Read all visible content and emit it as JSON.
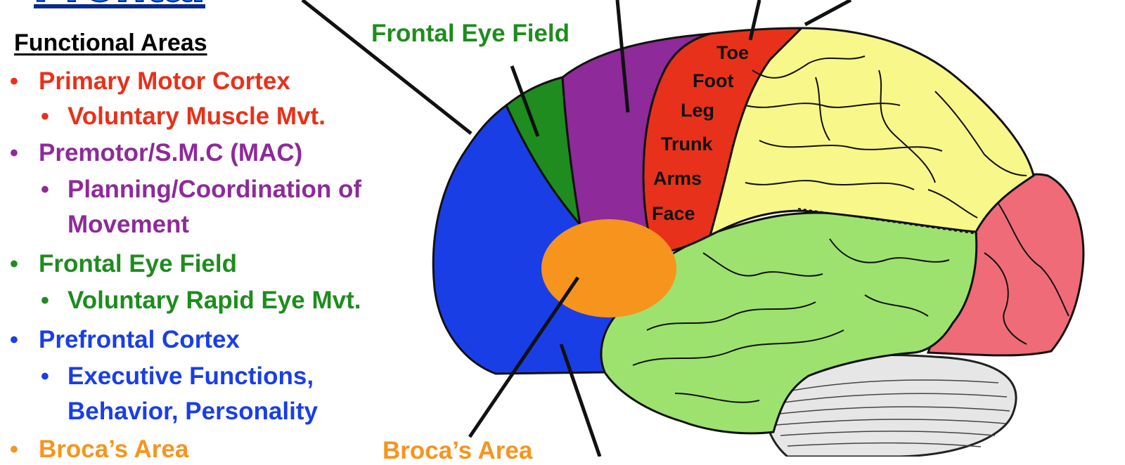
{
  "title": "Frontal",
  "areas_heading": "Functional Areas",
  "colors": {
    "motor": "#e8311a",
    "premotor": "#8e2a9a",
    "eye_field": "#1e8c1e",
    "prefrontal": "#1a3ee6",
    "broca": "#f7941d",
    "parietal": "#f8f78a",
    "temporal": "#9de26e",
    "occipital": "#ef6b78",
    "cerebellum": "#e8e8e8"
  },
  "legend": [
    {
      "level": 1,
      "color": "motor",
      "text": "Primary Motor Cortex"
    },
    {
      "level": 2,
      "color": "motor",
      "text": "Voluntary Muscle Mvt."
    },
    {
      "level": 1,
      "color": "premotor",
      "text": "Premotor/S.M.C (MAC)"
    },
    {
      "level": 2,
      "color": "premotor",
      "text": "Planning/Coordination of"
    },
    {
      "level": 3,
      "color": "premotor",
      "text": "Movement"
    },
    {
      "level": 1,
      "color": "eye_field",
      "text": "Frontal Eye Field"
    },
    {
      "level": 2,
      "color": "eye_field",
      "text": "Voluntary Rapid Eye Mvt."
    },
    {
      "level": 1,
      "color": "prefrontal",
      "text": "Prefrontal Cortex"
    },
    {
      "level": 2,
      "color": "prefrontal",
      "text": "Executive Functions,"
    },
    {
      "level": 3,
      "color": "prefrontal",
      "text": "Behavior, Personality"
    },
    {
      "level": 1,
      "color": "broca",
      "text": "Broca’s Area"
    }
  ],
  "diagram_labels": {
    "frontal_eye_field": "Frontal Eye Field",
    "broca_area": "Broca’s Area"
  },
  "homunculus": [
    "Toe",
    "Foot",
    "Leg",
    "Trunk",
    "Arms",
    "Face"
  ]
}
